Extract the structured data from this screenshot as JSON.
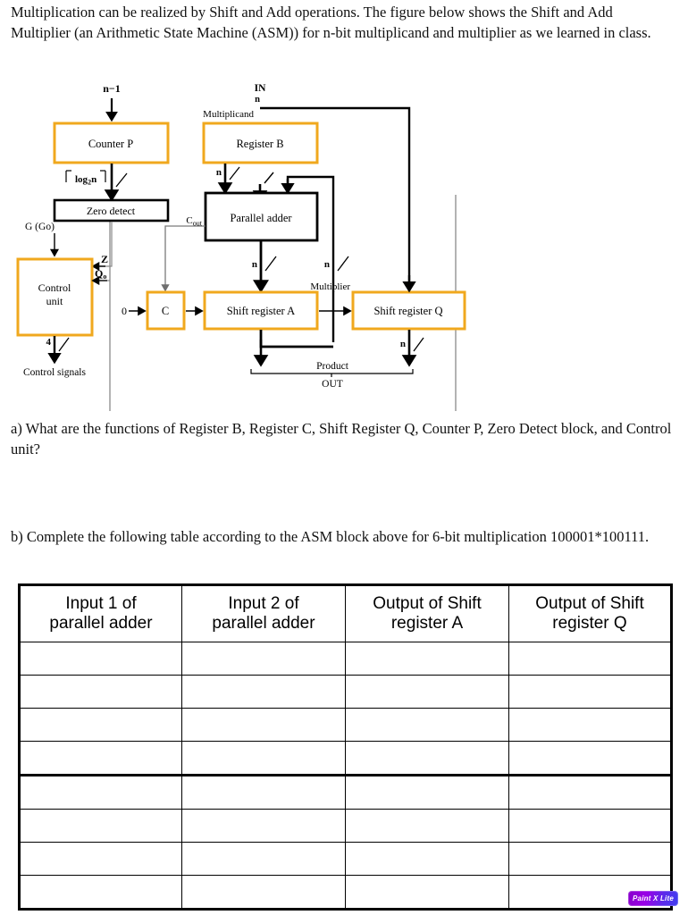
{
  "document": {
    "intro_paragraph": "Multiplication can be realized by Shift and Add operations. The figure below shows the Shift and Add Multiplier (an Arithmetic State Machine (ASM)) for n-bit multiplicand and multiplier as we learned in class.",
    "question_a": "a) What are the functions of Register B, Register C, Shift Register Q, Counter P, Zero Detect block, and Control unit?",
    "question_b": "b) Complete the following table according to the ASM block above for 6-bit multiplication 100001*100111."
  },
  "diagram": {
    "title": "Shift and Add Multiplier ASM block diagram",
    "colors": {
      "register_border": "#F0A81E",
      "logic_border": "#000000",
      "thick_bus": "#000000",
      "thin_signal": "#000000",
      "gray_wire": "#7a7a7a",
      "background": "#ffffff"
    },
    "blocks": [
      {
        "id": "counter-p",
        "label": "Counter P",
        "style": "register"
      },
      {
        "id": "register-b",
        "label": "Register B",
        "style": "register"
      },
      {
        "id": "zero-detect",
        "label": "Zero detect",
        "style": "logic"
      },
      {
        "id": "control-unit",
        "label_line1": "Control",
        "label_line2": "unit",
        "style": "register"
      },
      {
        "id": "parallel-adder",
        "label": "Parallel adder",
        "style": "logic"
      },
      {
        "id": "register-c",
        "label": "C",
        "style": "register"
      },
      {
        "id": "shift-register-a",
        "label": "Shift register A",
        "style": "register"
      },
      {
        "id": "shift-register-q",
        "label": "Shift register Q",
        "style": "register"
      }
    ],
    "labels": {
      "n_minus_1": "n−1",
      "in": "IN",
      "multiplicand": "Multiplicand",
      "multiplier": "Multiplier",
      "log2n": "log",
      "log2n_sub": "2",
      "log2n_tail": "n",
      "g_go": "G (Go)",
      "z": "Z",
      "q_sub": "Q",
      "q_subscript": "o",
      "c_out": "C",
      "c_out_sub": "out",
      "zero_const": "0",
      "control_signals": "Control signals",
      "product": "Product",
      "out": "OUT",
      "bus_n": "n",
      "bus_4": "4"
    }
  },
  "table": {
    "headers": [
      "Input 1 of parallel adder",
      "Input 2 of parallel adder",
      "Output of Shift register A",
      "Output of Shift register Q"
    ],
    "headers_wrapped": [
      [
        "Input 1 of",
        "parallel adder"
      ],
      [
        "Input 2 of",
        "parallel adder"
      ],
      [
        "Output of Shift",
        "register A"
      ],
      [
        "Output of Shift",
        "register Q"
      ]
    ],
    "row_count": 8,
    "group_break_after_row": 4,
    "rows": [
      [
        "",
        "",
        "",
        ""
      ],
      [
        "",
        "",
        "",
        ""
      ],
      [
        "",
        "",
        "",
        ""
      ],
      [
        "",
        "",
        "",
        ""
      ],
      [
        "",
        "",
        "",
        ""
      ],
      [
        "",
        "",
        "",
        ""
      ],
      [
        "",
        "",
        "",
        ""
      ],
      [
        "",
        "",
        "",
        ""
      ]
    ]
  },
  "watermark": {
    "label": "Paint X Lite"
  }
}
